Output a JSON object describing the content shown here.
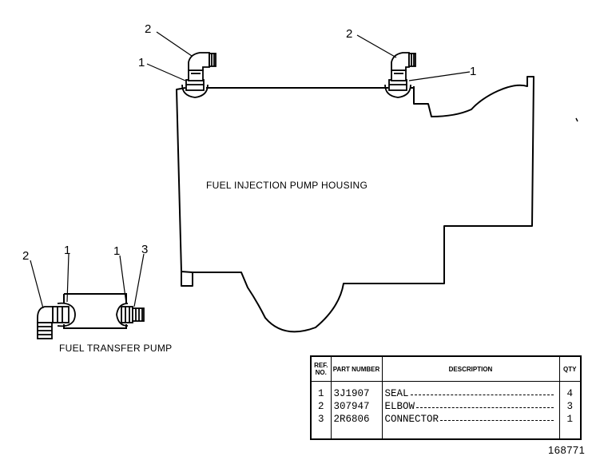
{
  "labels": {
    "housing": "FUEL INJECTION PUMP HOUSING",
    "transfer_pump": "FUEL TRANSFER PUMP"
  },
  "callouts": {
    "housing_left_elbow": "2",
    "housing_left_seal": "1",
    "housing_right_elbow": "2",
    "housing_right_seal": "1",
    "pump_left_elbow": "2",
    "pump_left_seal": "1",
    "pump_right_seal": "1",
    "pump_connector": "3"
  },
  "parts_table": {
    "headers": {
      "ref": "REF. NO.",
      "part": "PART NUMBER",
      "description": "DESCRIPTION",
      "qty": "QTY"
    },
    "rows": [
      {
        "ref": "1",
        "part": "3J1907",
        "description": "SEAL",
        "qty": "4"
      },
      {
        "ref": "2",
        "part": "307947",
        "description": "ELBOW",
        "qty": "3"
      },
      {
        "ref": "3",
        "part": "2R6806",
        "description": "CONNECTOR",
        "qty": "1"
      }
    ]
  },
  "figure_number": "168771"
}
